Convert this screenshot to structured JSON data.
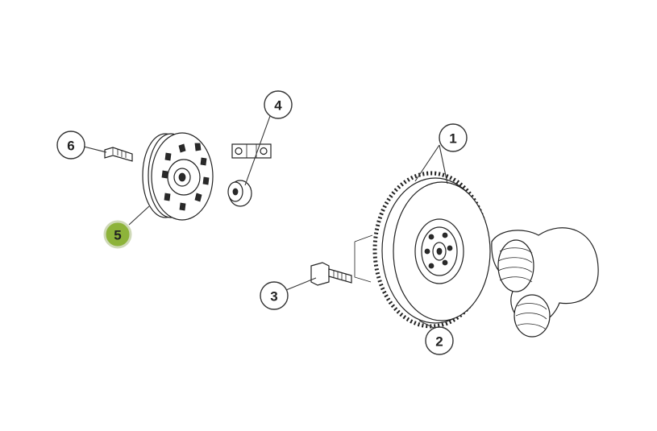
{
  "callouts": [
    {
      "id": "1",
      "label": "1",
      "highlighted": false
    },
    {
      "id": "2",
      "label": "2",
      "highlighted": false
    },
    {
      "id": "3",
      "label": "3",
      "highlighted": false
    },
    {
      "id": "4",
      "label": "4",
      "highlighted": false
    },
    {
      "id": "5",
      "label": "5",
      "highlighted": true
    },
    {
      "id": "6",
      "label": "6",
      "highlighted": false
    }
  ],
  "colors": {
    "highlight": "#8db33a",
    "line": "#222222",
    "background": "#ffffff"
  }
}
